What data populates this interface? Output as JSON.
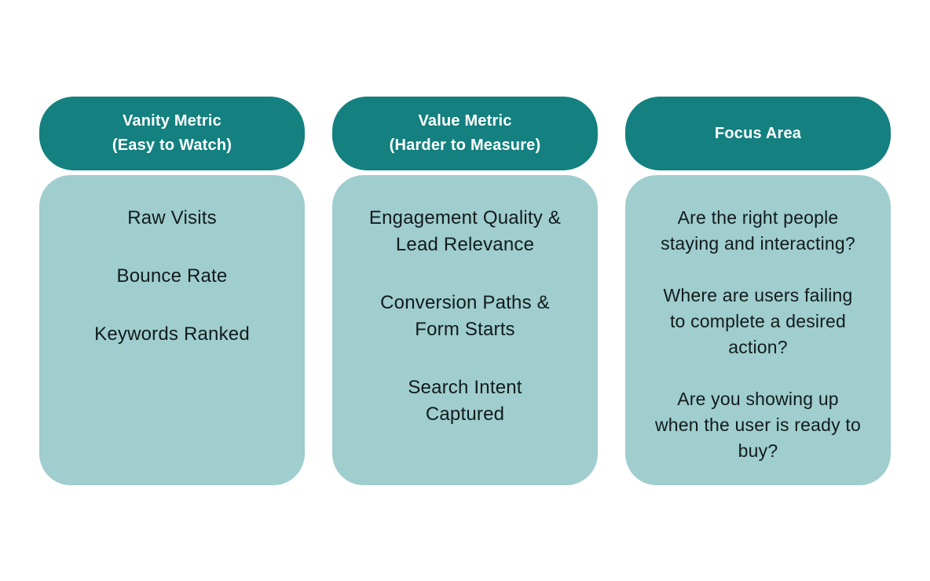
{
  "colors": {
    "header_bg": "#148080",
    "body_bg": "#A0CDCE",
    "header_text": "#FFFFFF",
    "body_text": "#111B1B",
    "canvas_bg": "#FFFFFF"
  },
  "columns": [
    {
      "header": "Vanity Metric\n(Easy to Watch)",
      "items": [
        "Raw Visits",
        "Bounce Rate",
        "Keywords Ranked"
      ]
    },
    {
      "header": "Value Metric\n(Harder to Measure)",
      "items": [
        "Engagement Quality &\nLead Relevance",
        "Conversion Paths &\nForm Starts",
        "Search Intent\nCaptured"
      ]
    },
    {
      "header": "Focus Area",
      "items": [
        "Are the right people\nstaying and interacting?",
        "Where are users failing\nto complete a desired\naction?",
        "Are you showing up\nwhen the user is ready to\nbuy?"
      ]
    }
  ]
}
